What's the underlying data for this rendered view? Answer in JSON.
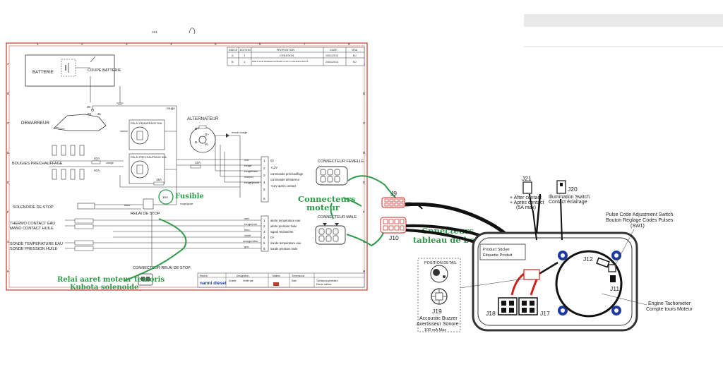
{
  "schematic": {
    "top_code": "121",
    "revision_table": {
      "headers": [
        "INDICE",
        "EDITION",
        "PROPOSITION",
        "DATE",
        "VISA"
      ],
      "rows": [
        [
          "A",
          "1",
          "CREATION",
          "20/01/2013",
          "BJ"
        ],
        [
          "B",
          "1",
          "MISE A JOUR MODELES MOTEURS / AJOUT COULEURS DE FILS",
          "24/01/2013",
          "BJ"
        ]
      ]
    },
    "column_numbers": [
      "1",
      "2",
      "3",
      "4",
      "5",
      "6",
      "7",
      "8"
    ],
    "row_letters": [
      "A",
      "B",
      "C",
      "D",
      "E",
      "F",
      "G",
      "H"
    ],
    "components": {
      "batterie": "BATTERIE",
      "coupe_batterie": "COUPE BATTERIE",
      "demarreur": "DEMARREUR",
      "bougies": "BOUGIES PRECHAUFFAGE",
      "alternateur": "ALTERNATEUR",
      "relai_demarrage": "RELAI DEMARRAGE 50A",
      "relai_prechauffage": "RELAI PRECHAUFFAGE 50A",
      "solenoide": "SOLENOIDE DE STOP",
      "thermo": [
        "THERMO CONTACT EAU",
        "MANO CONTACT HUILE"
      ],
      "sonde": [
        "SONDE TEMPERATURE EAU",
        "SONDE PRESSION HUILE"
      ],
      "relai_stop": "RELAI DE STOP",
      "connecteur_relai_stop": "CONNECTEUR RELAI DE STOP",
      "connecteur_femelle": "CONNECTEUR FEMELLE",
      "connecteur_male": "CONNECTEUR MALE",
      "fuse_40a_1": "40A",
      "fuse_40a_2": "40A",
      "fuse_15a": "15A",
      "fuse_15a_circle": "15A",
      "fuse_10a": "10A",
      "term_30": "30",
      "term_50": "50",
      "term_31": "31",
      "term_b_plus": "B+",
      "term_b_minus": "B-",
      "term_d_plus": "D+",
      "term_m": "M",
      "wire_rouge": "rouge",
      "wire_marron": "marron",
      "wire_orange": "orange",
      "wire_blanc": "blanc",
      "wire_rouge_jaune": "rouge/jaune",
      "wire_temoin": "temoin charge"
    },
    "terminal_block_top": [
      {
        "n": "1",
        "color": "noir",
        "fn": "0V"
      },
      {
        "n": "2",
        "color": "rouge",
        "fn": "+12V"
      },
      {
        "n": "3",
        "color": "rouge/bleu",
        "fn": "commande préchauffage"
      },
      {
        "n": "4",
        "color": "marron",
        "fn": "commande démarreur"
      },
      {
        "n": "5",
        "color": "rouge/jaune",
        "fn": "+12V après contact"
      },
      {
        "n": "6",
        "color": "",
        "fn": ""
      }
    ],
    "terminal_block_bottom": [
      {
        "n": "1",
        "color": "vert",
        "fn": "alerte température eau"
      },
      {
        "n": "2",
        "color": "rouge/noir",
        "fn": "alerte pression huile"
      },
      {
        "n": "3",
        "color": "bleu",
        "fn": "signal Tachimètre"
      },
      {
        "n": "4",
        "color": "violet",
        "fn": "D+"
      },
      {
        "n": "5",
        "color": "orange/bleu",
        "fn": "sonde température eau"
      },
      {
        "n": "6",
        "color": "gris",
        "fn": "sonde pression huile"
      }
    ],
    "title_block": {
      "brand": "nanni diesel",
      "headers": [
        "Repère",
        "Désignation",
        "Matière",
        "Dimensions"
      ],
      "fields": [
        "Echelle",
        "Vérifié par",
        "Date",
        "Tolérances générales",
        "Etat de surface"
      ]
    }
  },
  "annotations": {
    "fusible": "Fusible",
    "connecteurs_moteur": [
      "Connecteurs",
      "moteur"
    ],
    "connecteurs_tableau": [
      "Cnnecteurs",
      "tableau de bord"
    ],
    "relai": [
      "Relai aaret moteur temoris",
      "Kubota solenoide"
    ]
  },
  "panel": {
    "j9": "J9",
    "j10": "J10",
    "j12": "J12",
    "j11": "J11",
    "j17": "J17",
    "j18": "J18",
    "j19": "J19",
    "j21": "J21",
    "j21_text": [
      "+ After contact",
      "+ Après contact",
      "(5A max)"
    ],
    "j20": "J20",
    "j20_text": [
      "Illumination Switch",
      "Contact éclairage"
    ],
    "sticker": [
      "Product Sticker",
      "Étiquette Produit"
    ],
    "position_detail": "POSITION DETAIL",
    "buzzer": [
      "Accoustic Buzzer",
      "Avertisseur Sonore"
    ],
    "buzzer_ma": "100 mA Max",
    "pulse": [
      "Pulse Code Adjustment Switch",
      "Bouton Réglage Codes Pulses",
      "(SW1)"
    ],
    "tacho": [
      "Engine Tachometer",
      "Compte tours Moteur"
    ]
  },
  "colors": {
    "annotation_green": "#2e9a49",
    "schematic_red": "#c0392b",
    "panel_blue": "#1f3a9e",
    "wire_red": "#d0201a",
    "wire_black": "#111111"
  }
}
